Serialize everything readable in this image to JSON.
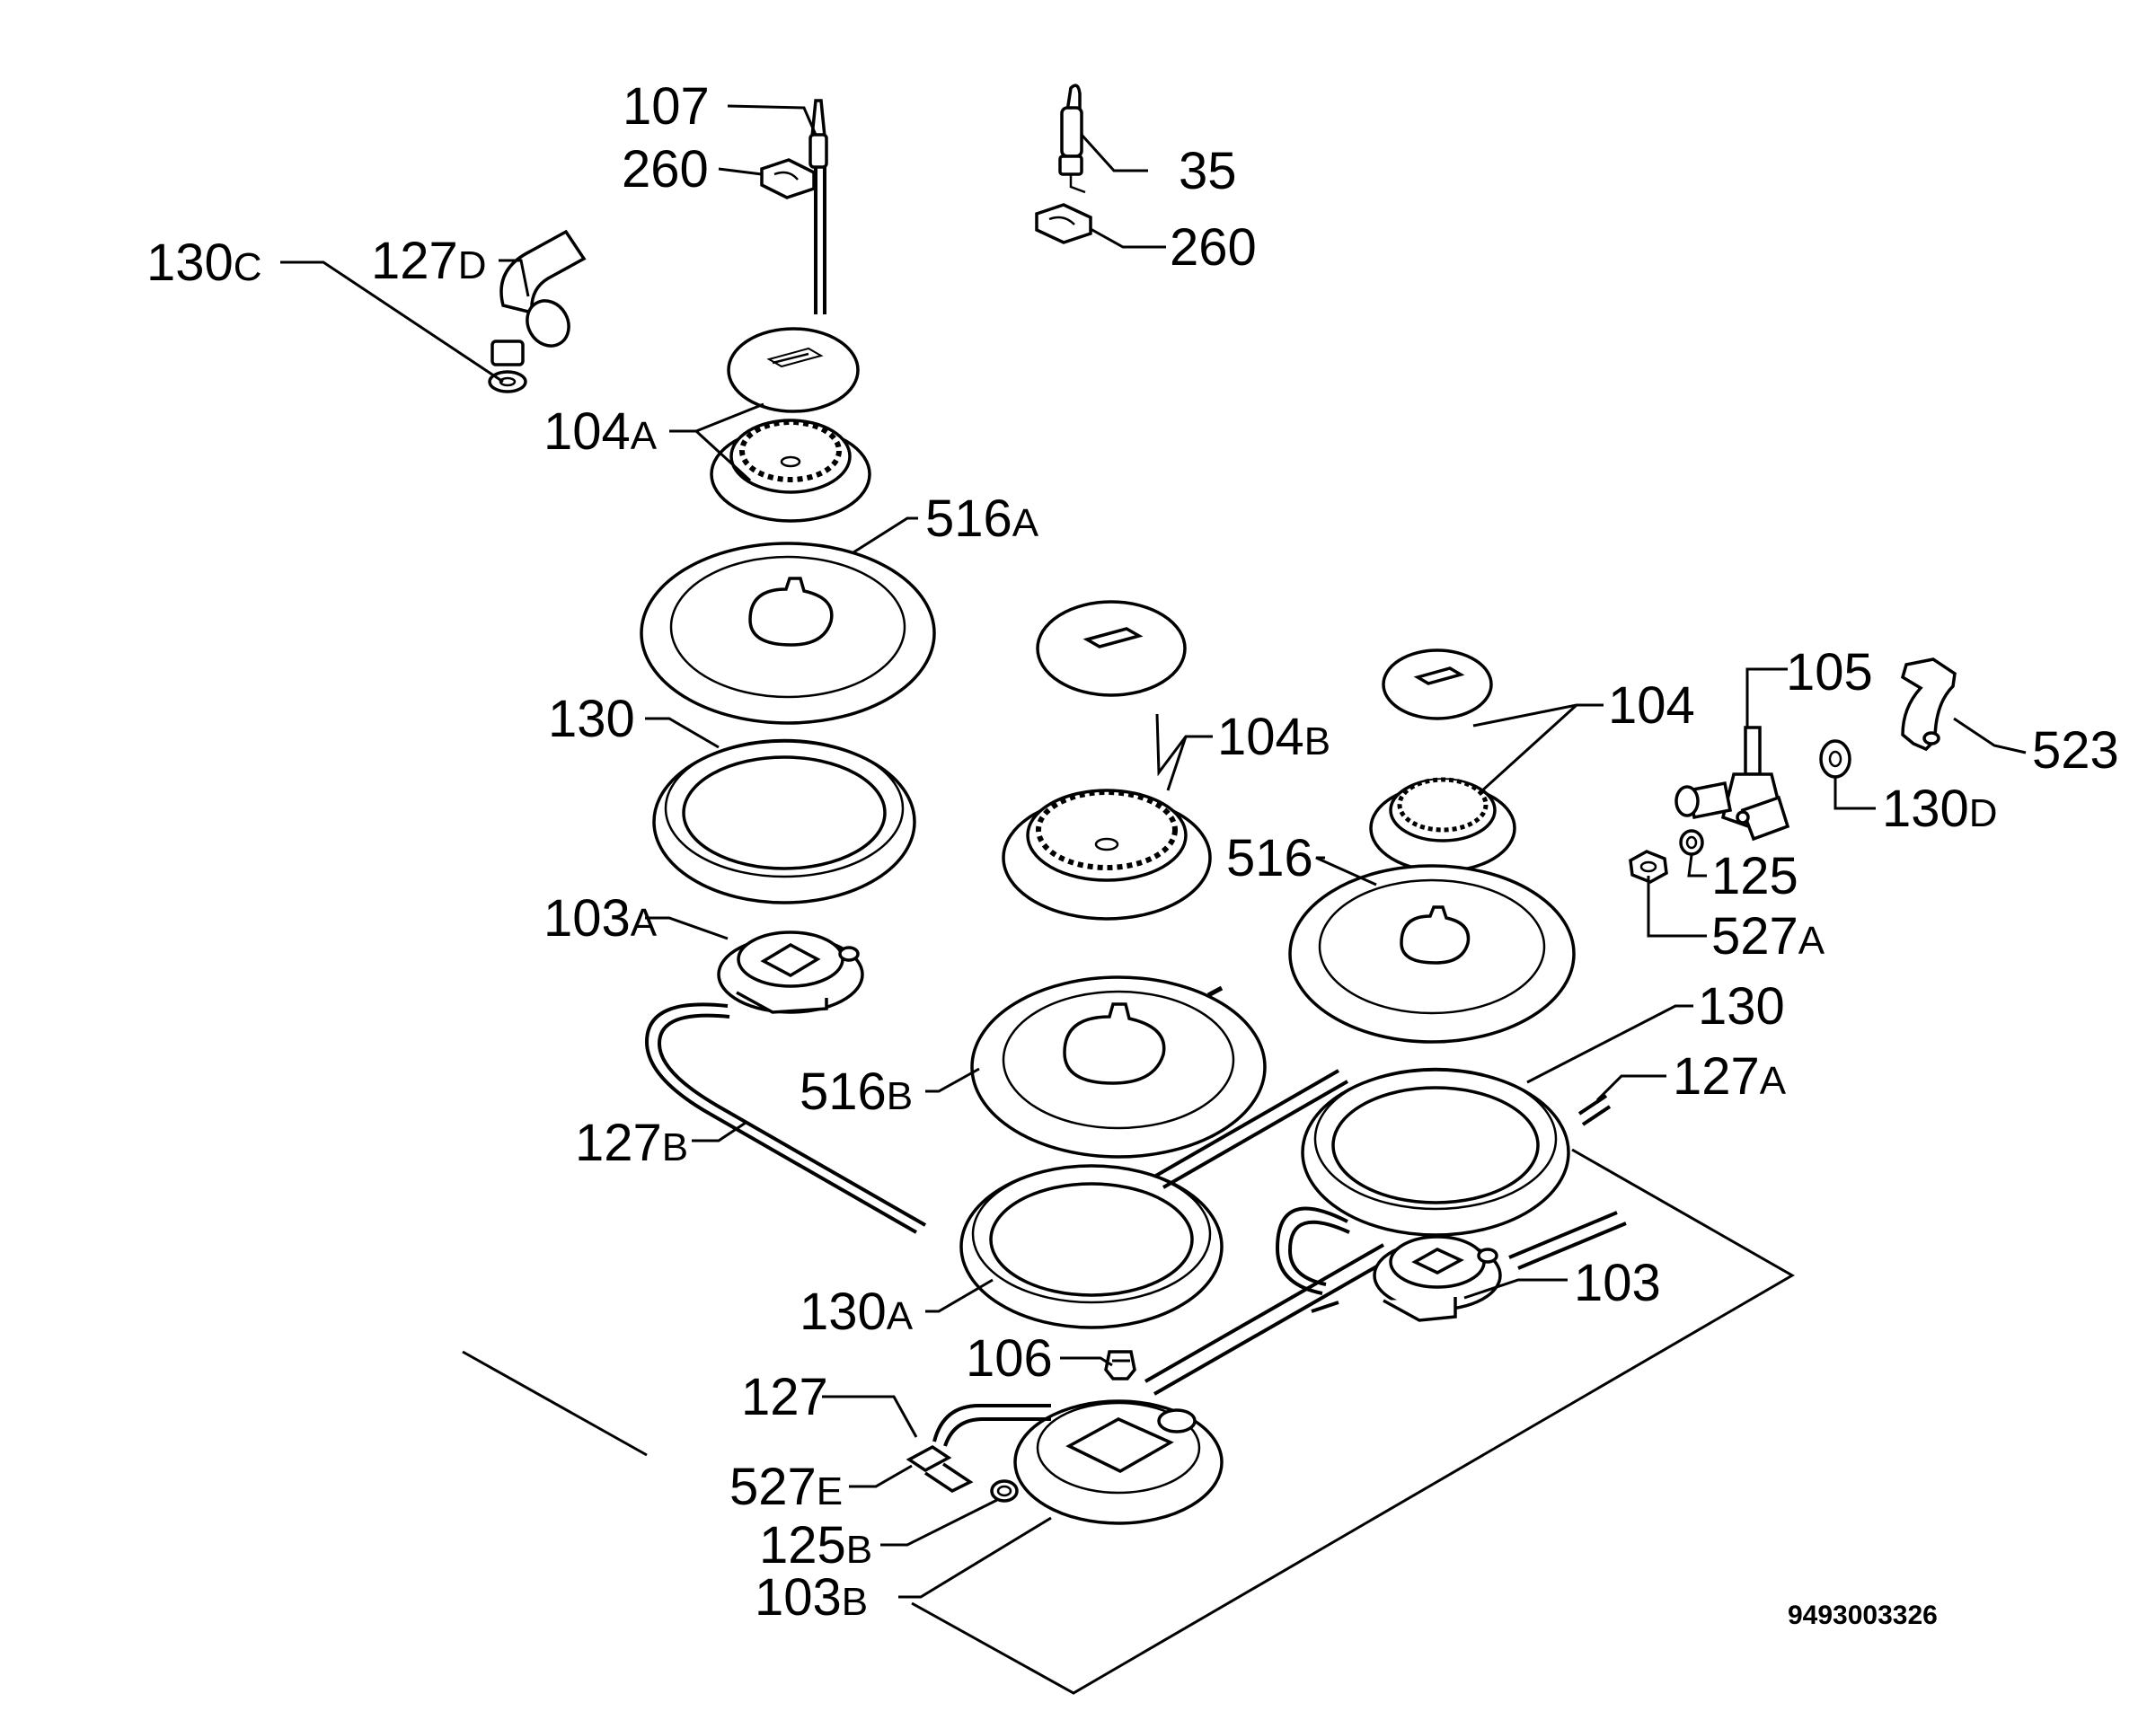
{
  "diagram_code": "9493003326",
  "callouts": [
    {
      "id": "107",
      "num": "107",
      "suffix": ""
    },
    {
      "id": "260-a",
      "num": "260",
      "suffix": ""
    },
    {
      "id": "35",
      "num": "35",
      "suffix": ""
    },
    {
      "id": "260-b",
      "num": "260",
      "suffix": ""
    },
    {
      "id": "130c",
      "num": "130",
      "suffix": "C"
    },
    {
      "id": "127d",
      "num": "127",
      "suffix": "D"
    },
    {
      "id": "104a",
      "num": "104",
      "suffix": "A"
    },
    {
      "id": "516a",
      "num": "516",
      "suffix": "A"
    },
    {
      "id": "130-a",
      "num": "130",
      "suffix": ""
    },
    {
      "id": "104b",
      "num": "104",
      "suffix": "B"
    },
    {
      "id": "104",
      "num": "104",
      "suffix": ""
    },
    {
      "id": "105",
      "num": "105",
      "suffix": ""
    },
    {
      "id": "523",
      "num": "523",
      "suffix": ""
    },
    {
      "id": "130d",
      "num": "130",
      "suffix": "D"
    },
    {
      "id": "125",
      "num": "125",
      "suffix": ""
    },
    {
      "id": "516",
      "num": "516",
      "suffix": ""
    },
    {
      "id": "527a",
      "num": "527",
      "suffix": "A"
    },
    {
      "id": "103a",
      "num": "103",
      "suffix": "A"
    },
    {
      "id": "130-b",
      "num": "130",
      "suffix": ""
    },
    {
      "id": "127a",
      "num": "127",
      "suffix": "A"
    },
    {
      "id": "516b",
      "num": "516",
      "suffix": "B"
    },
    {
      "id": "127b",
      "num": "127",
      "suffix": "B"
    },
    {
      "id": "103",
      "num": "103",
      "suffix": ""
    },
    {
      "id": "130a",
      "num": "130",
      "suffix": "A"
    },
    {
      "id": "106",
      "num": "106",
      "suffix": ""
    },
    {
      "id": "127",
      "num": "127",
      "suffix": ""
    },
    {
      "id": "527e",
      "num": "527",
      "suffix": "E"
    },
    {
      "id": "125b",
      "num": "125",
      "suffix": "B"
    },
    {
      "id": "103b",
      "num": "103",
      "suffix": "B"
    }
  ]
}
